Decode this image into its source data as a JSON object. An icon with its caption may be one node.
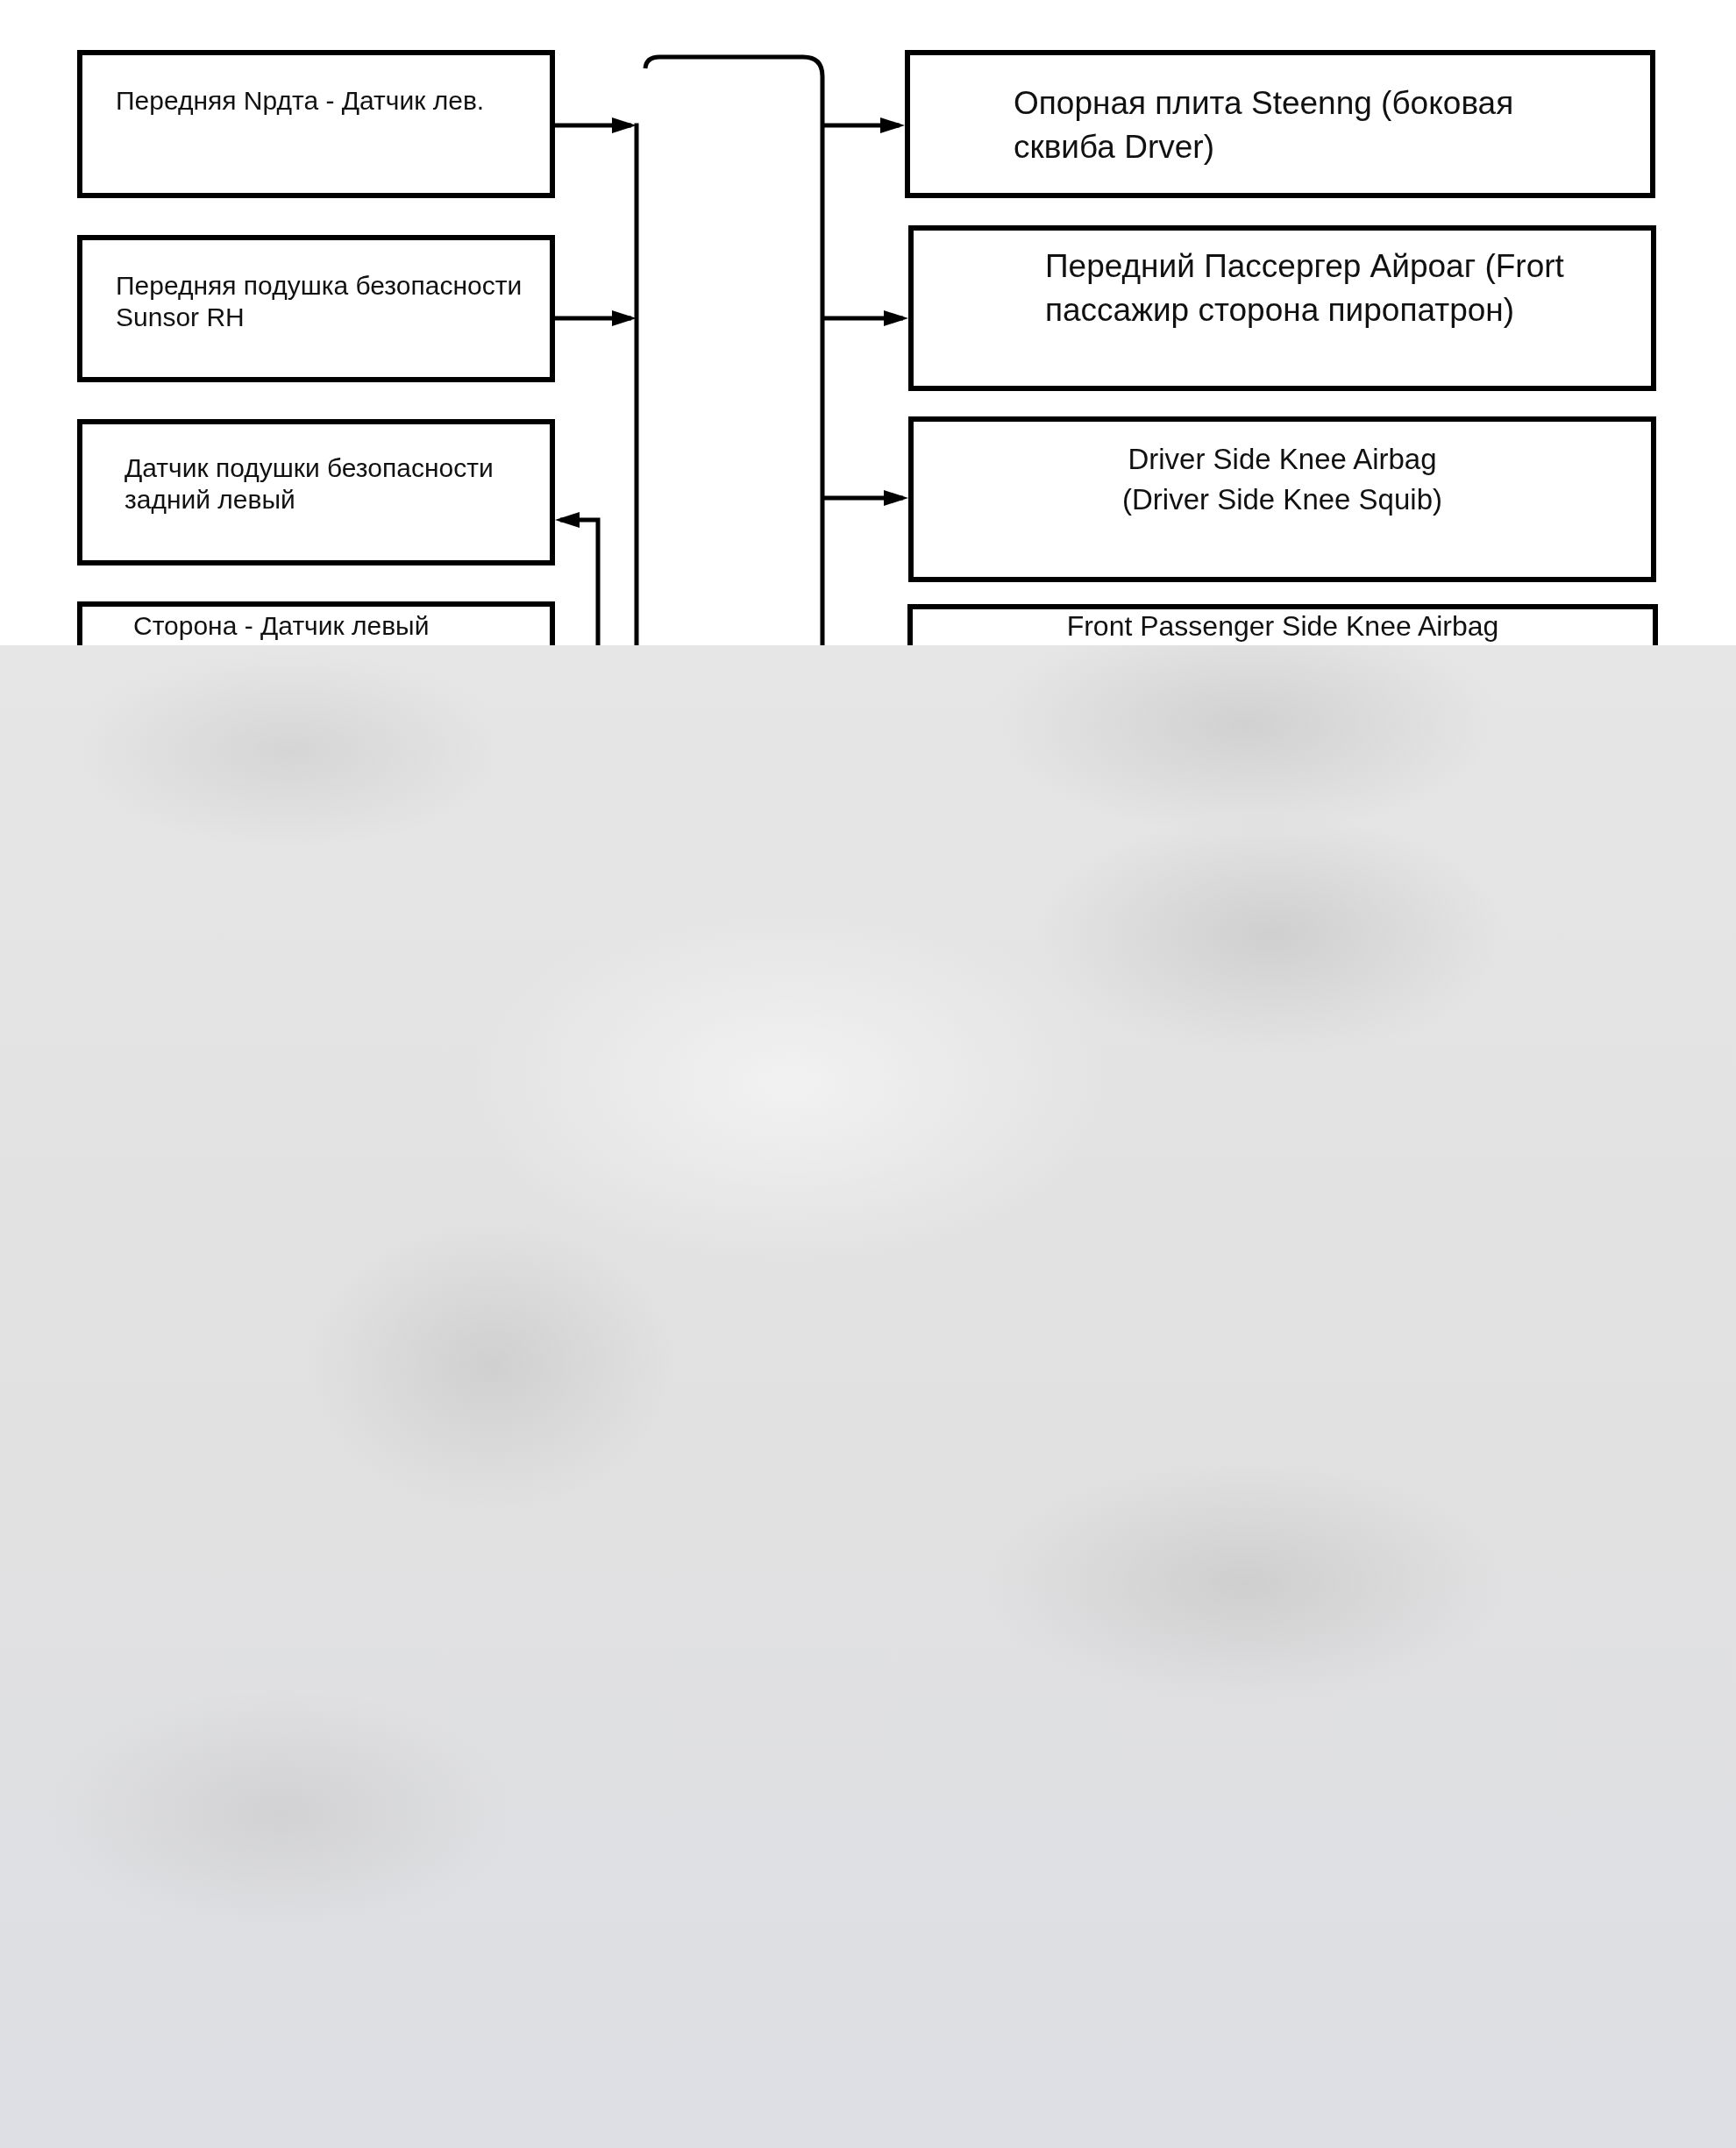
{
  "diagram": {
    "nodes": [
      {
        "text": [
          "Передняя Nрдта - Датчик лев."
        ]
      },
      {
        "text": [
          "Передняя подушка безопасности Sunsor RH"
        ]
      },
      {
        "text": [
          "Датчик подушки безопасности задний левый"
        ]
      },
      {
        "text": [
          "Сторона - Датчик левый"
        ]
      },
      {
        "text": [
          "Опорная плита Steenng (боковая сквиба Drver)"
        ]
      },
      {
        "text": [
          "Передний Пассергер Айроаг (Frort пассажир сторона пиропатрон)"
        ]
      },
      {
        "text": [
          "Driver Side Knee Airbag (Driver Side Knee Squib)"
        ]
      },
      {
        "text": [
          "Front Passenger Side Knee Airbag"
        ]
      }
    ],
    "edges": [
      {
        "from": 0,
        "to": null,
        "arrow": "to"
      },
      {
        "from": 1,
        "to": null,
        "arrow": "to"
      },
      {
        "from": null,
        "to": 2,
        "arrow": "to"
      },
      {
        "from": null,
        "to": 4,
        "arrow": "to"
      },
      {
        "from": null,
        "to": 5,
        "arrow": "to"
      },
      {
        "from": null,
        "to": 6,
        "arrow": "to"
      }
    ]
  }
}
